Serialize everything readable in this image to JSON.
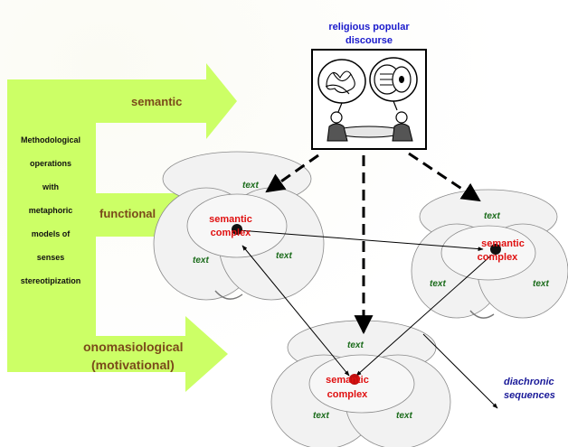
{
  "title": {
    "line1": "religious popular",
    "line2": "discourse"
  },
  "operations": {
    "lines": [
      "Methodological",
      "operations",
      "with",
      "metaphoric",
      "models of",
      "senses",
      "stereotipization"
    ]
  },
  "arrows": {
    "semantic": "semantic",
    "functional": "functional",
    "onomasiological_line1": "onomasiological",
    "onomasiological_line2": "(motivational)"
  },
  "clusters": {
    "left": {
      "complex_line1": "semantic",
      "complex_line2": "complex",
      "text_top": "text",
      "text_left": "text",
      "text_right": "text"
    },
    "right": {
      "complex_line1": "semantic",
      "complex_line2": "complex",
      "text_top": "text",
      "text_left": "text",
      "text_right": "text"
    },
    "bottom": {
      "complex_line1": "semantic",
      "complex_line2": "complex",
      "text_top": "text",
      "text_left": "text",
      "text_right": "text"
    }
  },
  "diachronic": {
    "line1": "diachronic",
    "line2": "sequences"
  },
  "colors": {
    "arrow_green": "#ccff66",
    "arrow_text": "#7a4a1a",
    "title_blue": "#1a1acc",
    "complex_red": "#e01010",
    "text_green": "#1a6b1a",
    "diachronic_blue": "#1a1a99"
  }
}
